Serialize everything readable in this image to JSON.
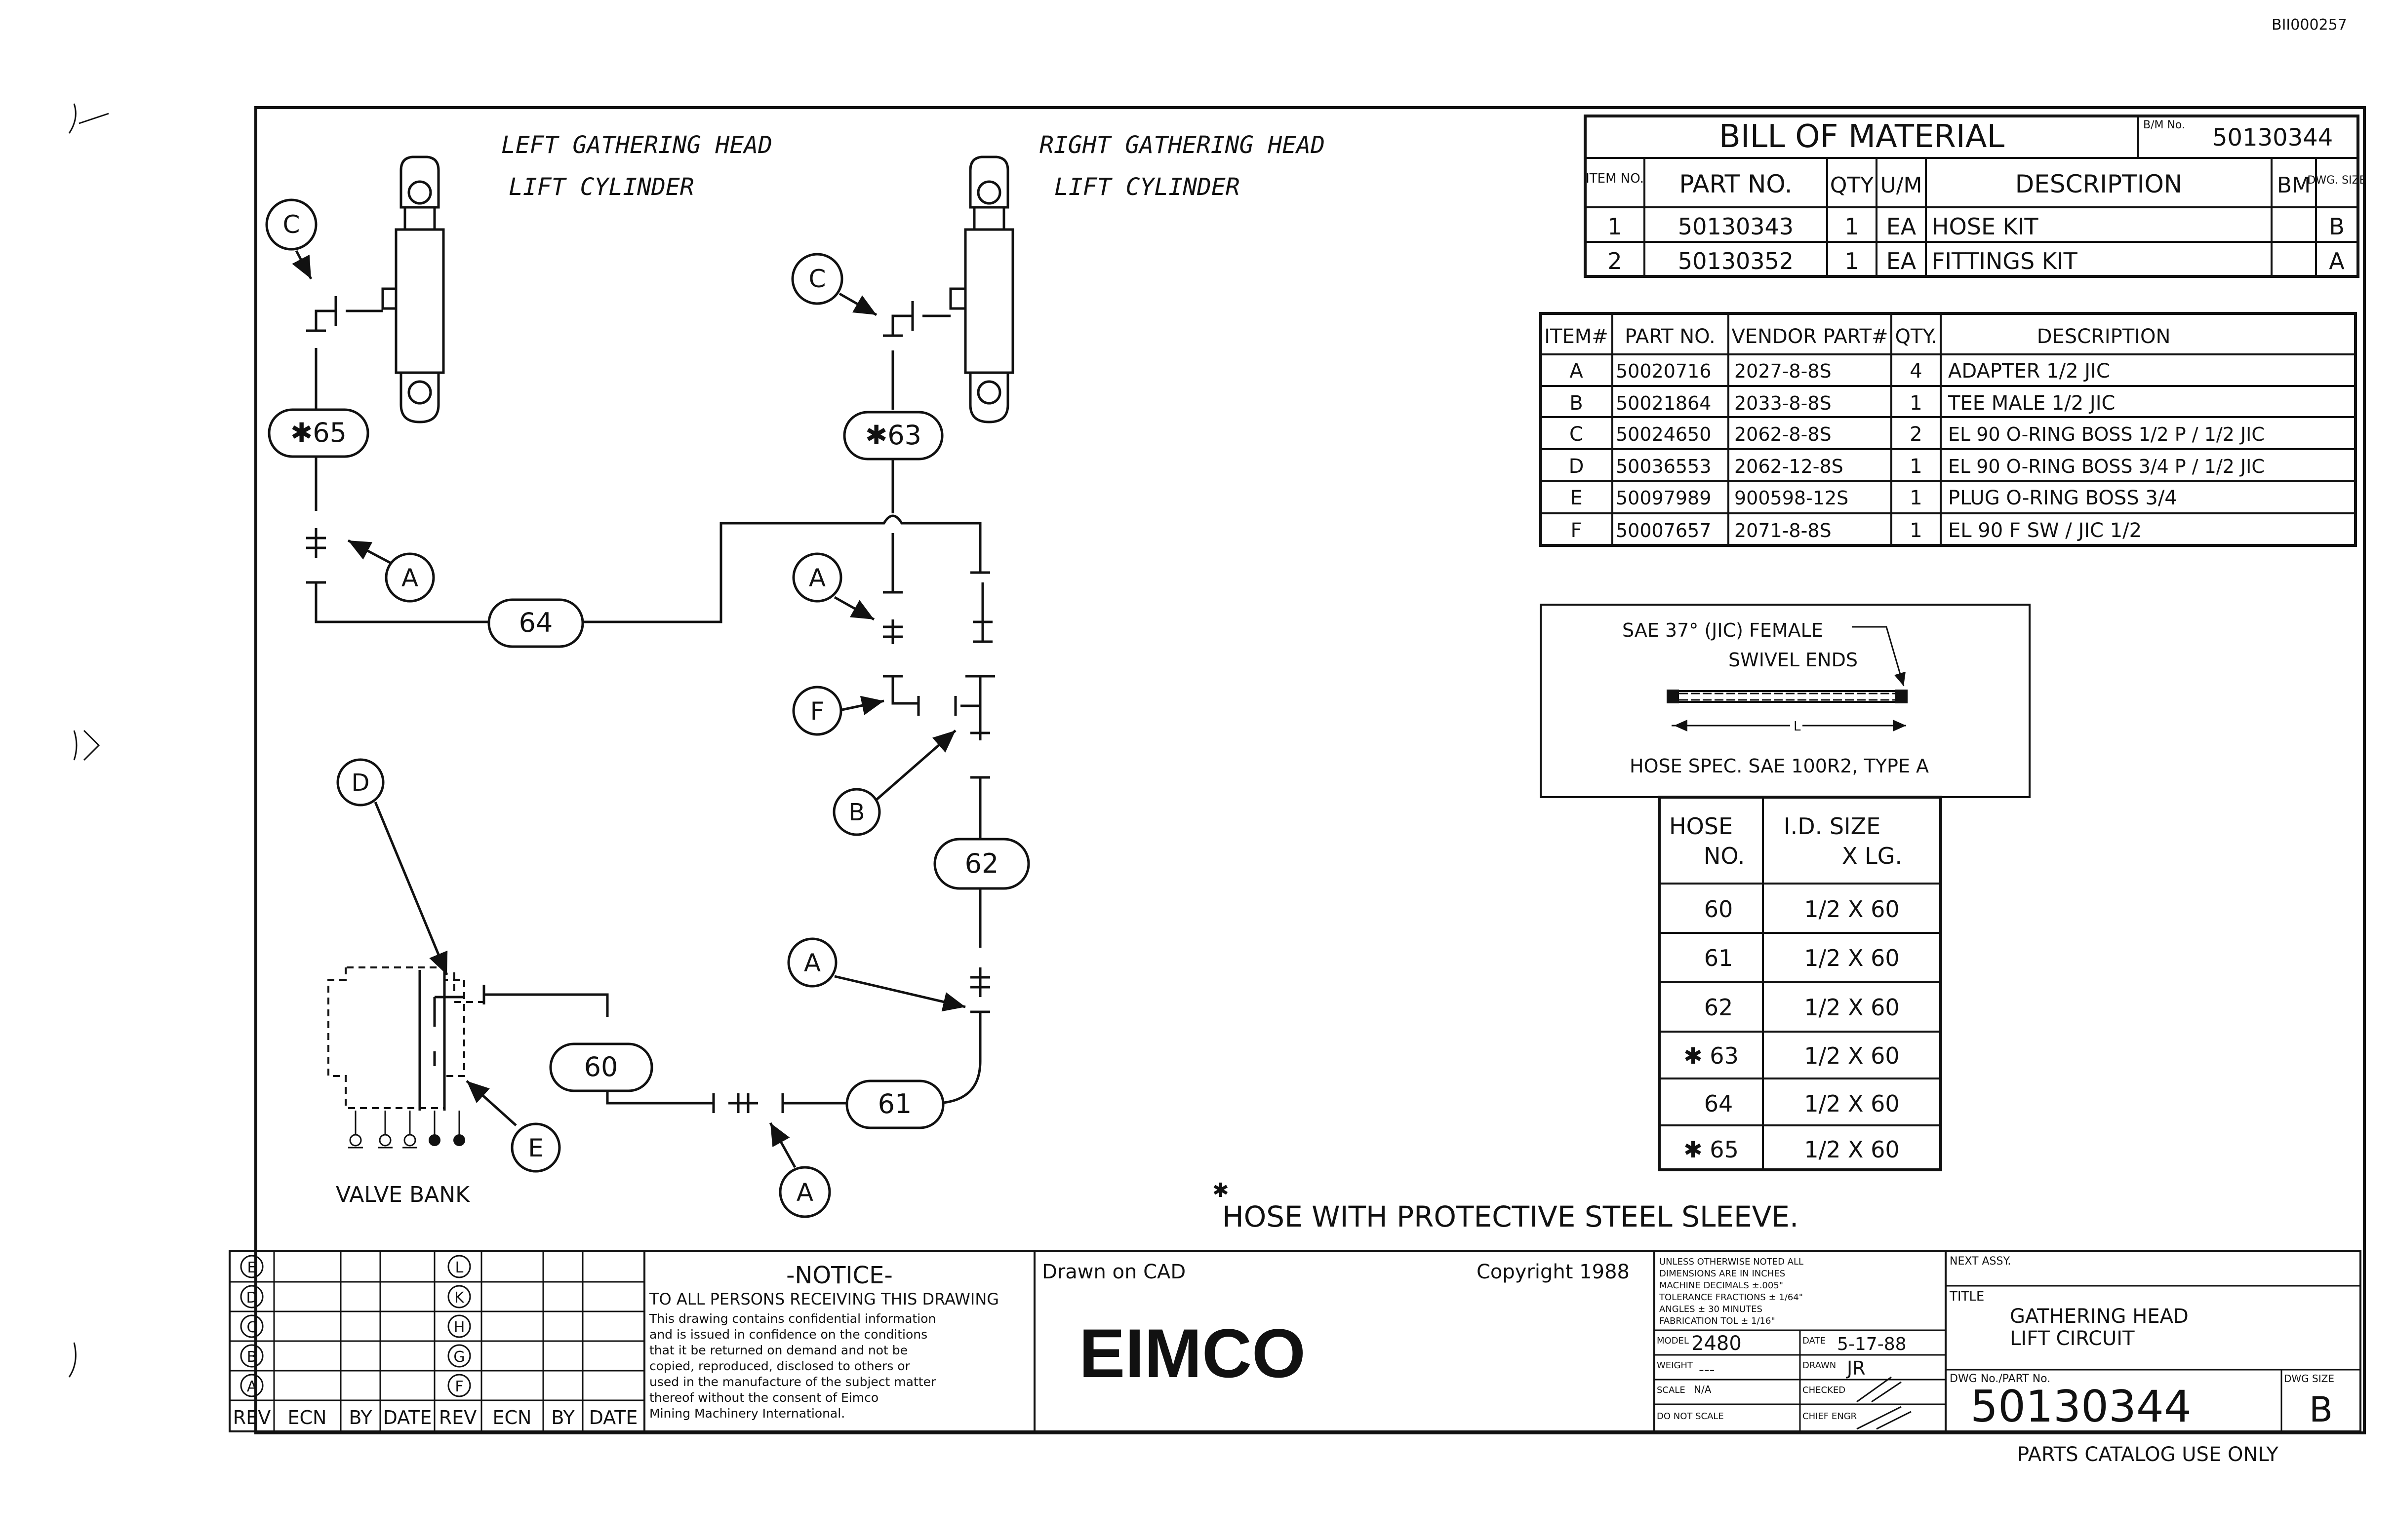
{
  "doc_id": "BII000257",
  "labels": {
    "left_head_1": "LEFT GATHERING HEAD",
    "left_head_2": "LIFT CYLINDER",
    "right_head_1": "RIGHT GATHERING HEAD",
    "right_head_2": "LIFT CYLINDER",
    "valve_bank": "VALVE BANK",
    "footnote_star": "✱",
    "footnote": "HOSE WITH PROTECTIVE STEEL SLEEVE.",
    "parts_catalog": "PARTS CATALOG USE ONLY"
  },
  "callouts": {
    "C": "C",
    "A": "A",
    "F": "F",
    "B": "B",
    "D": "D",
    "E": "E"
  },
  "hoses": {
    "h60": "60",
    "h61": "61",
    "h62": "62",
    "h63": "✱63",
    "h64": "64",
    "h65": "✱65"
  },
  "bom": {
    "title": "BILL OF MATERIAL",
    "bm_no_label": "B/M No.",
    "bm_no": "50130344",
    "headers": [
      "ITEM NO.",
      "PART NO.",
      "QTY",
      "U/M",
      "DESCRIPTION",
      "BM",
      "DWG. SIZE"
    ],
    "rows": [
      [
        "1",
        "50130343",
        "1",
        "EA",
        "HOSE KIT",
        "",
        "B"
      ],
      [
        "2",
        "50130352",
        "1",
        "EA",
        "FITTINGS KIT",
        "",
        "A"
      ]
    ]
  },
  "fittings": {
    "headers": [
      "ITEM#",
      "PART NO.",
      "VENDOR PART#",
      "QTY.",
      "DESCRIPTION"
    ],
    "rows": [
      [
        "A",
        "50020716",
        "2027-8-8S",
        "4",
        "ADAPTER 1/2 JIC"
      ],
      [
        "B",
        "50021864",
        "2033-8-8S",
        "1",
        "TEE MALE 1/2 JIC"
      ],
      [
        "C",
        "50024650",
        "2062-8-8S",
        "2",
        "EL 90 O-RING BOSS 1/2 P / 1/2 JIC"
      ],
      [
        "D",
        "50036553",
        "2062-12-8S",
        "1",
        "EL 90 O-RING BOSS 3/4 P / 1/2 JIC"
      ],
      [
        "E",
        "50097989",
        "900598-12S",
        "1",
        "PLUG O-RING BOSS 3/4"
      ],
      [
        "F",
        "50007657",
        "2071-8-8S",
        "1",
        "EL 90 F SW / JIC 1/2"
      ]
    ]
  },
  "hose_spec": {
    "line1": "SAE 37° (JIC) FEMALE",
    "line2": "SWIVEL ENDS",
    "dim": "L",
    "caption": "HOSE SPEC. SAE 100R2, TYPE A"
  },
  "hose_table": {
    "h1a": "HOSE",
    "h1b": "NO.",
    "h2a": "I.D. SIZE",
    "h2b": "X LG.",
    "rows": [
      [
        "60",
        "1/2 X 60"
      ],
      [
        "61",
        "1/2 X 60"
      ],
      [
        "62",
        "1/2 X 60"
      ],
      [
        "✱ 63",
        "1/2 X 60"
      ],
      [
        "64",
        "1/2 X 60"
      ],
      [
        "✱ 65",
        "1/2 X 60"
      ]
    ]
  },
  "rev_block": {
    "left_letters": [
      "E",
      "D",
      "C",
      "B",
      "A"
    ],
    "right_letters": [
      "L",
      "K",
      "H",
      "G",
      "F"
    ],
    "footer": [
      "REV",
      "ECN",
      "BY",
      "DATE",
      "REV",
      "ECN",
      "BY",
      "DATE"
    ]
  },
  "notice": {
    "title": "-NOTICE-",
    "line1": "TO ALL PERSONS RECEIVING THIS DRAWING",
    "body": [
      "This drawing contains confidential information",
      "and is issued in confidence on the conditions",
      "that it be returned on demand and not be",
      "copied, reproduced, disclosed to others or",
      "used in the manufacture of the subject matter",
      "thereof without the consent of Eimco",
      "Mining Machinery International."
    ]
  },
  "title_block": {
    "drawn_on": "Drawn on CAD",
    "copyright": "Copyright 1988",
    "brand": "EIMCO",
    "tol_lines": [
      "UNLESS OTHERWISE NOTED ALL",
      "DIMENSIONS ARE IN INCHES",
      "MACHINE   DECIMALS ±.005\"",
      "TOLERANCE  FRACTIONS ± 1/64\"",
      "           ANGLES ± 30 MINUTES",
      "FABRICATION TOL ± 1/16\""
    ],
    "model_label": "MODEL",
    "model": "2480",
    "date_label": "DATE",
    "date": "5-17-88",
    "weight_label": "WEIGHT",
    "weight": "---",
    "drawn_label": "DRAWN",
    "drawn": "JR",
    "scale_label": "SCALE",
    "scale": "N/A",
    "checked_label": "CHECKED",
    "do_not_scale": "DO NOT SCALE",
    "chief_eng": "CHIEF ENGR",
    "next_assy": "NEXT ASSY.",
    "title_label": "TITLE",
    "title_1": "GATHERING HEAD",
    "title_2": "LIFT CIRCUIT",
    "dwg_label": "DWG No./PART No.",
    "dwg_no": "50130344",
    "dwg_size_label": "DWG SIZE",
    "dwg_size": "B"
  }
}
